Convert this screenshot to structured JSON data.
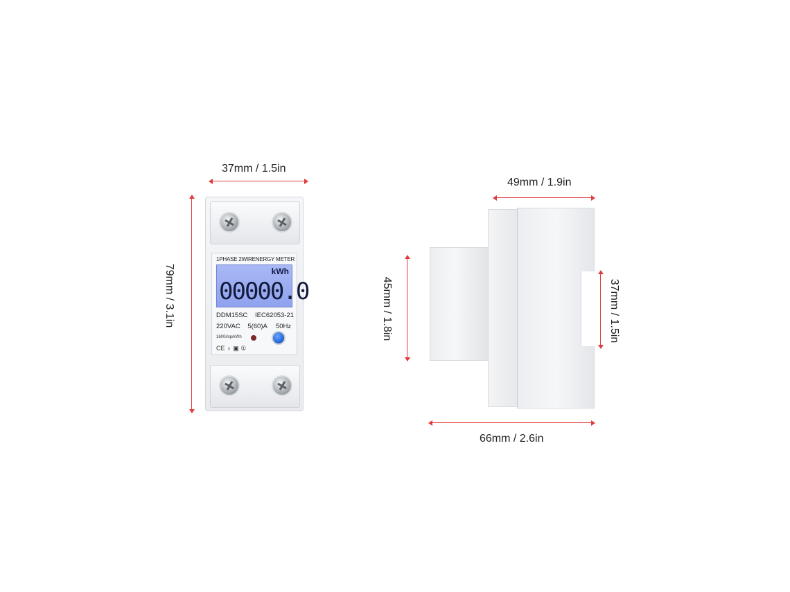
{
  "dimensions": {
    "front_width": "37mm / 1.5in",
    "front_height": "79mm / 3.1in",
    "side_top_width": "49mm / 1.9in",
    "side_bottom_width": "66mm / 2.6in",
    "side_left_height": "45mm / 1.8in",
    "side_right_height": "37mm / 1.5in"
  },
  "meter_face": {
    "title": "1PHASE 2WIRENERGY METER",
    "unit": "kWh",
    "reading": "00000.0",
    "model": "DDM15SC",
    "standard": "IEC62053-21",
    "voltage": "220VAC",
    "current": "5(60)A",
    "frequency": "50Hz",
    "impulse": "1600imp/kWh",
    "marks": "CE ♁ ▣ ①"
  },
  "colors": {
    "dimension_line": "#e23b3b",
    "lcd_backlight": "#9aabf1",
    "button": "#1c5ed6"
  }
}
